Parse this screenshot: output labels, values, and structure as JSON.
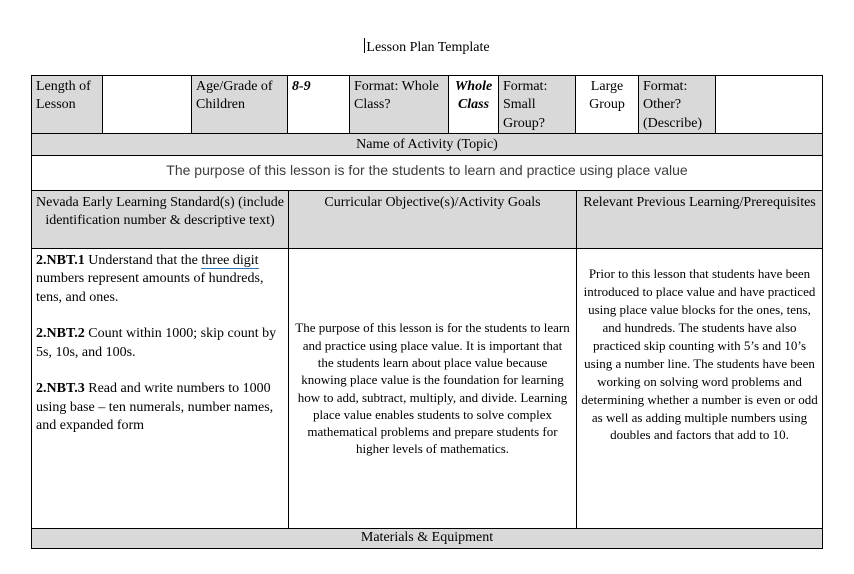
{
  "title": "Lesson Plan Template",
  "top_row": {
    "length_of_lesson_label": "Length of Lesson",
    "length_of_lesson_value": "",
    "age_grade_label": "Age/Grade of Children",
    "age_grade_value": "8-9",
    "format_whole_class_label": "Format: Whole Class?",
    "format_whole_class_value": "Whole Class",
    "format_small_group_label": "Format: Small Group?",
    "format_small_group_value": "Large Group",
    "format_other_label": "Format: Other? (Describe)",
    "format_other_value": ""
  },
  "name_of_activity": {
    "header": "Name of Activity (Topic)",
    "value": "The purpose of this lesson is for the students to learn and practice using place value"
  },
  "column_headers": {
    "standards": "Nevada Early Learning Standard(s) (include identification number & descriptive text)",
    "objectives": "Curricular Objective(s)/Activity Goals",
    "prerequisites": "Relevant Previous Learning/Prerequisites"
  },
  "standards": {
    "item1_code": "2.NBT.1",
    "item1_text_before": " Understand that the ",
    "item1_underlined": "three digit",
    "item1_text_after": " numbers represent amounts of hundreds, tens, and ones.",
    "item2_code": "2.NBT.2",
    "item2_text": " Count within 1000; skip count by 5s, 10s, and 100s.",
    "item3_code": "2.NBT.3",
    "item3_text": " Read and write numbers to 1000 using base – ten numerals, number names, and expanded form"
  },
  "objectives_text": "The purpose of this lesson is for the students to learn and practice using place value. It is important that the students learn about place value because knowing place value is the foundation for learning how to add, subtract, multiply, and divide. Learning place value enables students to solve complex mathematical problems and prepare students for higher levels of mathematics.",
  "prerequisites_text": "Prior to this lesson that students have been introduced to place value and have practiced using place value blocks for the ones, tens, and hundreds. The students have also practiced skip counting with 5’s and 10’s using a number line. The students have been working on solving word problems and determining whether a number is even or odd as well as adding multiple numbers using doubles and factors that add to 10.",
  "materials_header": "Materials & Equipment",
  "colors": {
    "cell_shading": "#d9d9d9",
    "underline_accent": "#2e74b5",
    "border": "#000000",
    "page_background": "#ffffff"
  }
}
